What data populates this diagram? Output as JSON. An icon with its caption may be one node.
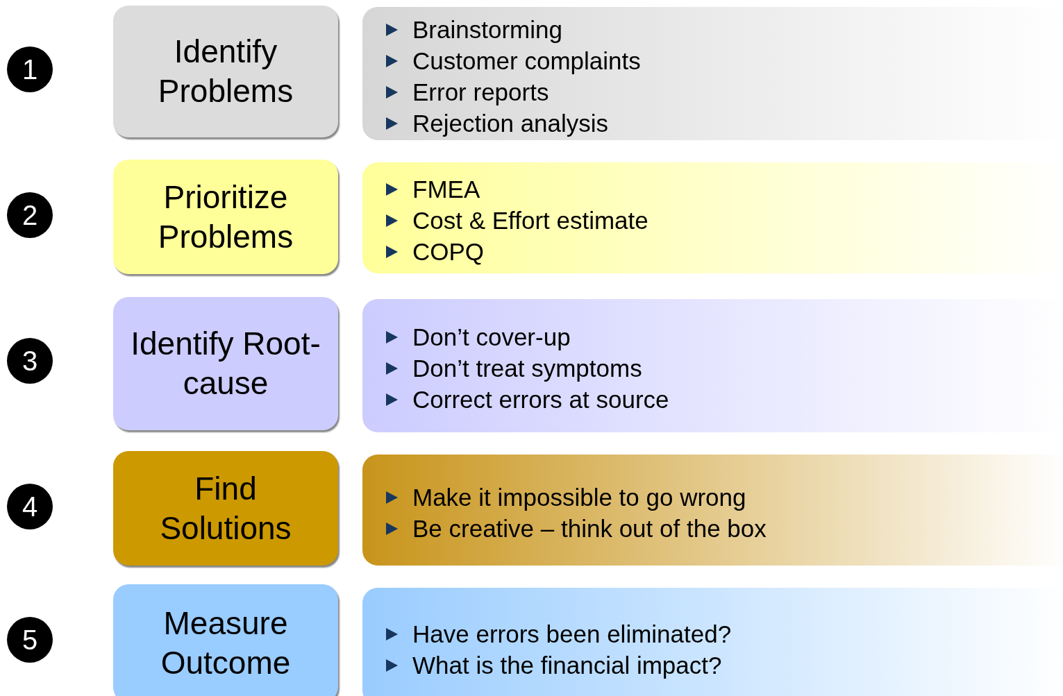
{
  "diagram": {
    "nodes": [
      {
        "text": [
          "1"
        ]
      },
      {
        "text": [
          "Identify Problems"
        ]
      },
      {
        "text": [
          "Brainstorming",
          "Customer complaints",
          "Error reports",
          "Rejection analysis"
        ]
      },
      {
        "text": [
          "2"
        ]
      },
      {
        "text": [
          "Prioritize Problems"
        ]
      },
      {
        "text": [
          "FMEA",
          "Cost & Effort estimate",
          "COPQ"
        ]
      },
      {
        "text": [
          "3"
        ]
      },
      {
        "text": [
          "Identify Root-cause"
        ]
      },
      {
        "text": [
          "Don’t cover-up",
          "Don’t treat symptoms",
          "Correct errors at source"
        ]
      },
      {
        "text": [
          "4"
        ]
      },
      {
        "text": [
          "Find Solutions"
        ]
      },
      {
        "text": [
          "Make it impossible to go wrong",
          "Be creative – think out of the box"
        ]
      },
      {
        "text": [
          "5"
        ]
      },
      {
        "text": [
          "Measure Outcome"
        ]
      },
      {
        "text": [
          "Have errors been eliminated?",
          "What is the financial impact?"
        ]
      }
    ]
  }
}
